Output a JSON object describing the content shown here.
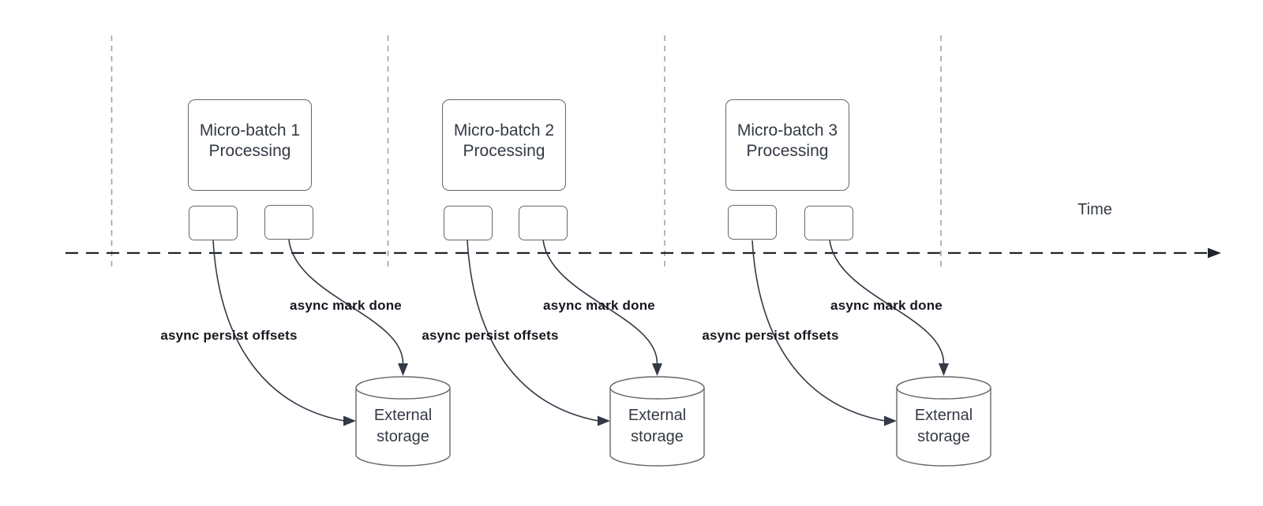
{
  "colors": {
    "background": "#ffffff",
    "stroke_dark": "#1f232b",
    "curve": "#333a45",
    "shape_border": "#63676e",
    "guide": "#9a9ea3",
    "text_primary": "#343a44",
    "label_bold": "#15181f"
  },
  "timeline": {
    "label": "Time"
  },
  "groups": [
    {
      "title_line1": "Micro-batch 1",
      "title_line2": "Processing",
      "persist_label": "async persist offsets",
      "mark_label": "async mark done",
      "storage_line1": "External",
      "storage_line2": "storage"
    },
    {
      "title_line1": "Micro-batch 2",
      "title_line2": "Processing",
      "persist_label": "async persist offsets",
      "mark_label": "async mark done",
      "storage_line1": "External",
      "storage_line2": "storage"
    },
    {
      "title_line1": "Micro-batch 3",
      "title_line2": "Processing",
      "persist_label": "async persist offsets",
      "mark_label": "async mark done",
      "storage_line1": "External",
      "storage_line2": "storage"
    }
  ]
}
